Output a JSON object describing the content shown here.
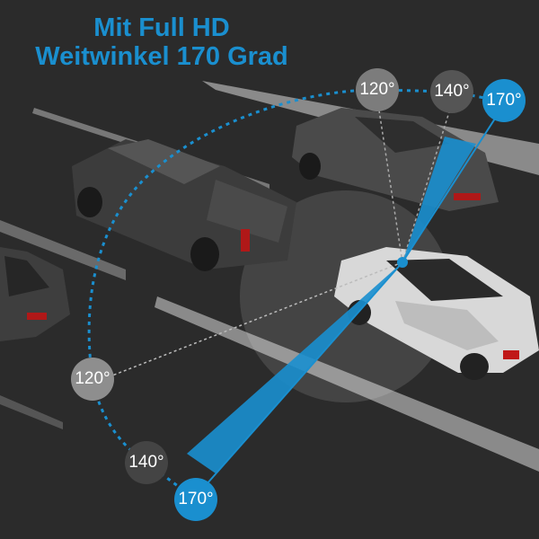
{
  "title": {
    "line1": "Mit Full HD",
    "line2": "Weitwinkel 170 Grad"
  },
  "angle_labels": {
    "top": [
      "120°",
      "140°",
      "170°"
    ],
    "bottom": [
      "120°",
      "140°",
      "170°"
    ]
  },
  "colors": {
    "accent": "#1a8fcf",
    "background": "#2b2b2b"
  }
}
